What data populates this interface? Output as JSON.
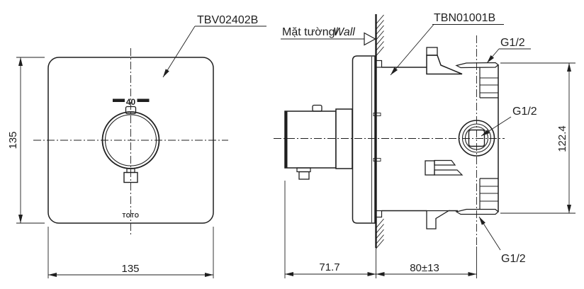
{
  "drawing": {
    "colors": {
      "line": "#1f1f1f",
      "background": "#ffffff"
    },
    "front_view": {
      "part_label": "TBV02402B",
      "temp_label": "40",
      "brand_label": "TOTO",
      "height_dim": "135",
      "width_dim": "135"
    },
    "side_view": {
      "part_label": "TBN01001B",
      "wall_label_vi": "Mặt tường/",
      "wall_label_en": "Wall",
      "top_port_label": "G1/2",
      "mid_port_label": "G1/2",
      "bottom_port_label": "G1/2",
      "knob_depth_dim": "71.7",
      "embed_depth_dim": "80±13",
      "height_dim": "122.4"
    }
  }
}
